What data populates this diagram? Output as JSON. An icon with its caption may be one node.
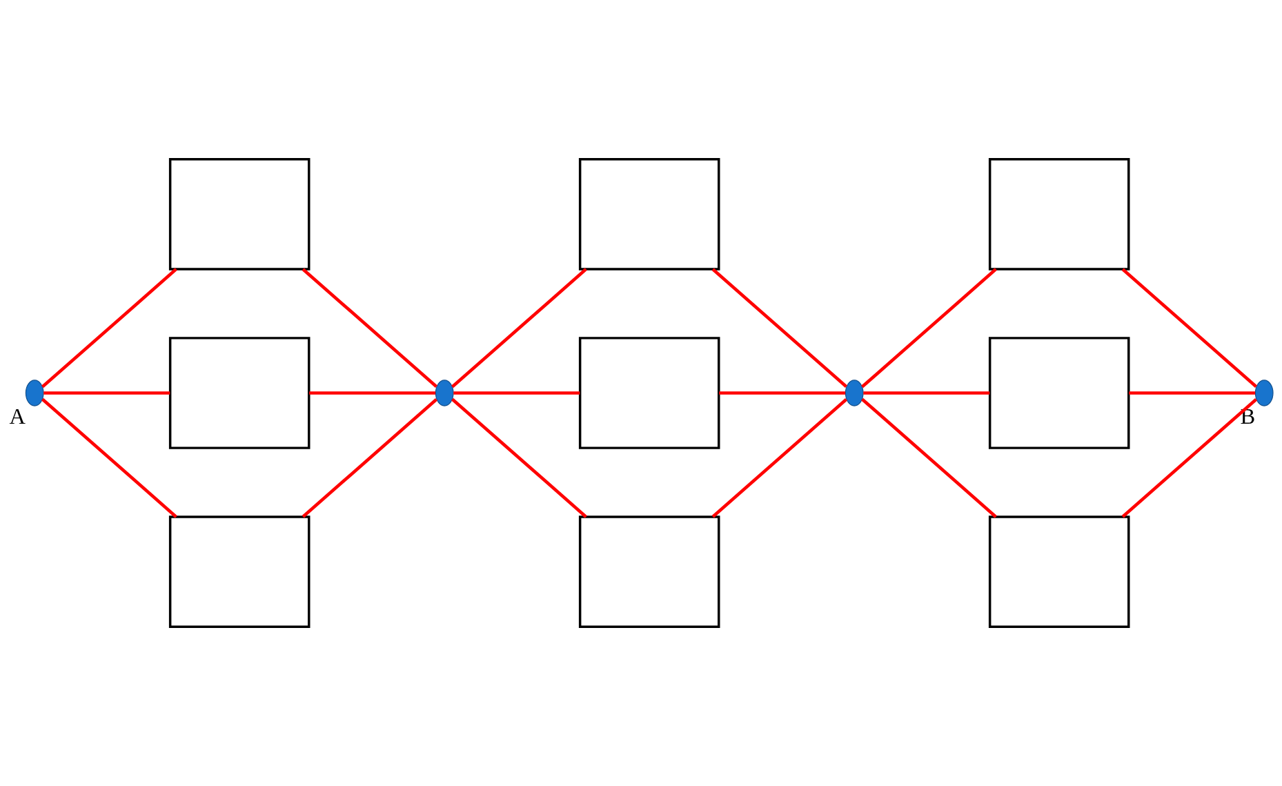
{
  "diagram": {
    "nodes": [
      {
        "text": [],
        "shape": "circle",
        "beside": [
          "A"
        ]
      },
      {
        "text": [],
        "shape": "box"
      },
      {
        "text": [],
        "shape": "box"
      },
      {
        "text": [],
        "shape": "box"
      },
      {
        "text": [],
        "shape": "circle"
      },
      {
        "text": [],
        "shape": "box"
      },
      {
        "text": [],
        "shape": "box"
      },
      {
        "text": [],
        "shape": "box"
      },
      {
        "text": [],
        "shape": "circle"
      },
      {
        "text": [],
        "shape": "box"
      },
      {
        "text": [],
        "shape": "box"
      },
      {
        "text": [],
        "shape": "box"
      },
      {
        "text": [],
        "shape": "circle",
        "beside": [
          "B"
        ]
      }
    ],
    "edges": [
      {
        "from": 0,
        "to": 1,
        "arrow": "none"
      },
      {
        "from": 0,
        "to": 2,
        "arrow": "none"
      },
      {
        "from": 0,
        "to": 3,
        "arrow": "none"
      },
      {
        "from": 1,
        "to": 4,
        "arrow": "none"
      },
      {
        "from": 2,
        "to": 4,
        "arrow": "none"
      },
      {
        "from": 3,
        "to": 4,
        "arrow": "none"
      },
      {
        "from": 4,
        "to": 5,
        "arrow": "none"
      },
      {
        "from": 4,
        "to": 6,
        "arrow": "none"
      },
      {
        "from": 4,
        "to": 7,
        "arrow": "none"
      },
      {
        "from": 5,
        "to": 8,
        "arrow": "none"
      },
      {
        "from": 6,
        "to": 8,
        "arrow": "none"
      },
      {
        "from": 7,
        "to": 8,
        "arrow": "none"
      },
      {
        "from": 8,
        "to": 9,
        "arrow": "none"
      },
      {
        "from": 8,
        "to": 10,
        "arrow": "none"
      },
      {
        "from": 8,
        "to": 11,
        "arrow": "none"
      },
      {
        "from": 9,
        "to": 12,
        "arrow": "none"
      },
      {
        "from": 10,
        "to": 12,
        "arrow": "none"
      },
      {
        "from": 11,
        "to": 12,
        "arrow": "none"
      }
    ]
  }
}
